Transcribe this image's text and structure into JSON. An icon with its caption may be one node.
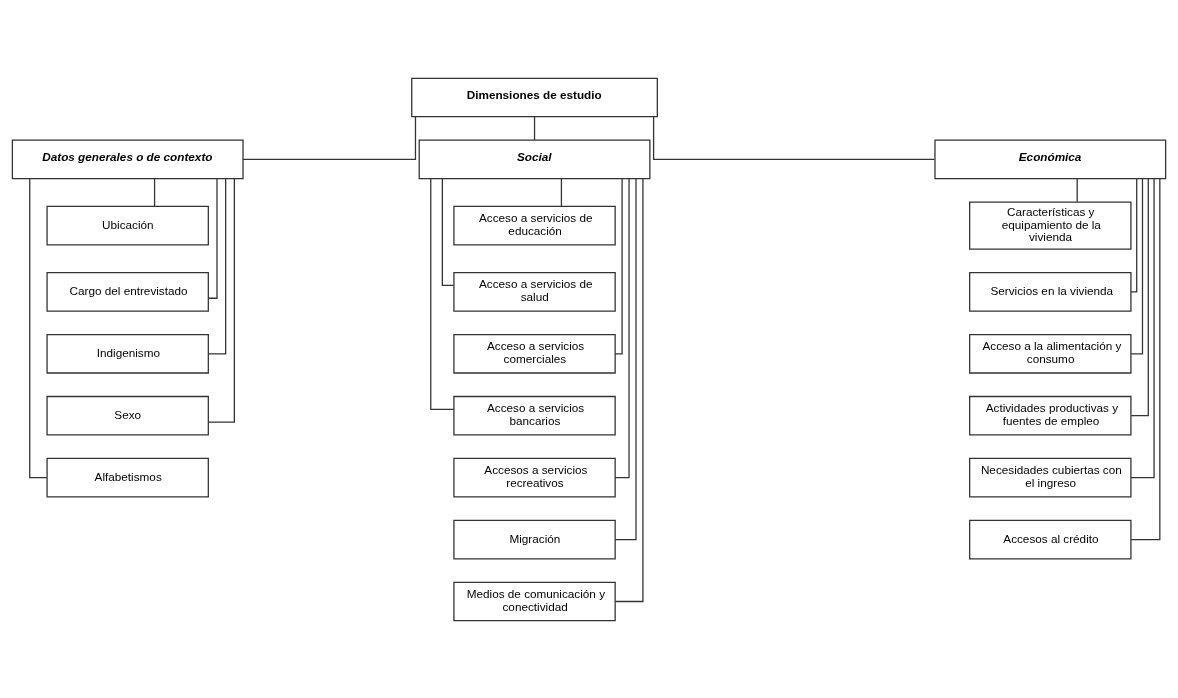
{
  "diagram": {
    "nodes": [
      {
        "text": [
          "Dimensiones de estudio"
        ]
      },
      {
        "text": [
          "Datos generales o de contexto"
        ]
      },
      {
        "text": [
          "Social"
        ]
      },
      {
        "text": [
          "Económica"
        ]
      },
      {
        "text": [
          "Ubicación"
        ]
      },
      {
        "text": [
          "Cargo del entrevistado"
        ]
      },
      {
        "text": [
          "Indigenismo"
        ]
      },
      {
        "text": [
          "Sexo"
        ]
      },
      {
        "text": [
          "Alfabetismos"
        ]
      },
      {
        "text": [
          "Acceso a servicios de educación"
        ]
      },
      {
        "text": [
          "Acceso a servicios de salud"
        ]
      },
      {
        "text": [
          "Acceso a servicios comerciales"
        ]
      },
      {
        "text": [
          "Acceso a servicios bancarios"
        ]
      },
      {
        "text": [
          "Accesos a servicios recreativos"
        ]
      },
      {
        "text": [
          "Migración"
        ]
      },
      {
        "text": [
          "Medios de comunicación y conectividad"
        ]
      },
      {
        "text": [
          "Características y equipamiento de la vivienda"
        ]
      },
      {
        "text": [
          "Servicios en la vivienda"
        ]
      },
      {
        "text": [
          "Acceso a la alimentación y consumo"
        ]
      },
      {
        "text": [
          "Actividades productivas y fuentes de empleo"
        ]
      },
      {
        "text": [
          "Necesidades cubiertas con el ingreso"
        ]
      },
      {
        "text": [
          "Accesos al crédito"
        ]
      }
    ],
    "edges": [
      {
        "from": 0,
        "to": 1,
        "arrow": "none"
      },
      {
        "from": 0,
        "to": 2,
        "arrow": "none"
      },
      {
        "from": 0,
        "to": 3,
        "arrow": "none"
      },
      {
        "from": 1,
        "to": 4,
        "arrow": "none"
      },
      {
        "from": 1,
        "to": 5,
        "arrow": "none"
      },
      {
        "from": 1,
        "to": 6,
        "arrow": "none"
      },
      {
        "from": 1,
        "to": 7,
        "arrow": "none"
      },
      {
        "from": 1,
        "to": 8,
        "arrow": "none"
      },
      {
        "from": 2,
        "to": 9,
        "arrow": "none"
      },
      {
        "from": 2,
        "to": 10,
        "arrow": "none"
      },
      {
        "from": 2,
        "to": 11,
        "arrow": "none"
      },
      {
        "from": 2,
        "to": 12,
        "arrow": "none"
      },
      {
        "from": 2,
        "to": 13,
        "arrow": "none"
      },
      {
        "from": 2,
        "to": 14,
        "arrow": "none"
      },
      {
        "from": 2,
        "to": 15,
        "arrow": "none"
      },
      {
        "from": 3,
        "to": 16,
        "arrow": "none"
      },
      {
        "from": 3,
        "to": 17,
        "arrow": "none"
      },
      {
        "from": 3,
        "to": 18,
        "arrow": "none"
      },
      {
        "from": 3,
        "to": 19,
        "arrow": "none"
      },
      {
        "from": 3,
        "to": 20,
        "arrow": "none"
      },
      {
        "from": 3,
        "to": 21,
        "arrow": "none"
      }
    ]
  }
}
